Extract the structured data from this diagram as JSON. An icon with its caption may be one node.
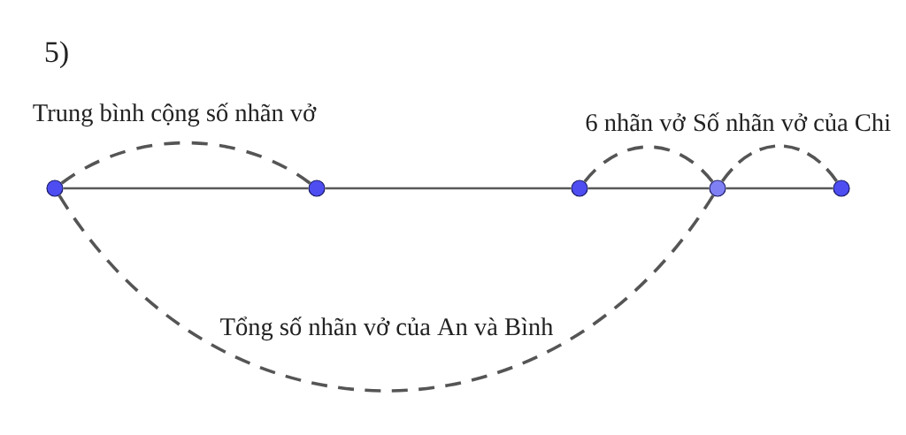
{
  "diagram": {
    "nodes": [
      {
        "text": [],
        "shape": "circle"
      },
      {
        "text": [],
        "shape": "circle"
      },
      {
        "text": [],
        "shape": "circle"
      },
      {
        "text": [],
        "shape": "circle"
      },
      {
        "text": [],
        "shape": "circle"
      }
    ],
    "edges": [
      {
        "from": 0,
        "to": 1,
        "arrow": "none"
      },
      {
        "from": 1,
        "to": 2,
        "arrow": "none"
      },
      {
        "from": 2,
        "to": 3,
        "arrow": "none"
      },
      {
        "from": 3,
        "to": 4,
        "arrow": "none"
      },
      {
        "from": 0,
        "to": 1,
        "arrow": "none",
        "style": "dashed",
        "label": "Trung bình cộng số nhãn vở"
      },
      {
        "from": 2,
        "to": 3,
        "arrow": "none",
        "style": "dashed",
        "label": "6 nhãn vở"
      },
      {
        "from": 3,
        "to": 4,
        "arrow": "none",
        "style": "dashed",
        "label": "Số nhãn vở của Chi"
      },
      {
        "from": 0,
        "to": 3,
        "arrow": "none",
        "style": "dashed",
        "label": "Tổng số nhãn vở của An và Bình"
      }
    ],
    "labels": [
      "5)"
    ]
  }
}
